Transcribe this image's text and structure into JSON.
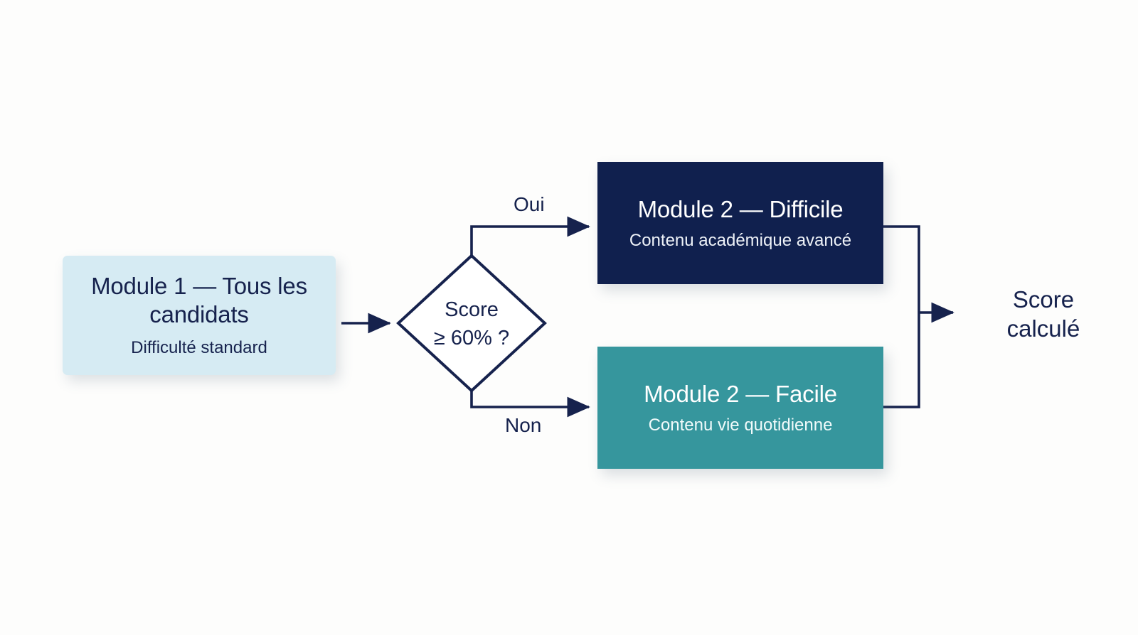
{
  "diagram": {
    "title": "Adaptive test routing flowchart",
    "language": "fr",
    "background_color": "#fdfdfc",
    "line_color": "#16224d"
  },
  "nodes": {
    "module1": {
      "title": "Module 1 — Tous les candidats",
      "subtitle": "Difficulté standard",
      "fill": "#d6ebf3",
      "text_color": "#16224d",
      "shape": "rounded-rect"
    },
    "decision": {
      "line1": "Score",
      "line2": "≥ 60% ?",
      "fill": "#ffffff",
      "stroke": "#16224d",
      "shape": "diamond"
    },
    "difficile": {
      "title": "Module 2 — Difficile",
      "subtitle": "Contenu académique avancé",
      "fill": "#10204e",
      "text_color": "#ffffff",
      "shape": "rect"
    },
    "facile": {
      "title": "Module 2 — Facile",
      "subtitle": "Contenu vie quotidienne",
      "fill": "#36969d",
      "text_color": "#ffffff",
      "shape": "rect"
    },
    "result": {
      "line1": "Score",
      "line2": "calculé",
      "text_color": "#16224d",
      "shape": "text"
    }
  },
  "edges": {
    "yes_label": "Oui",
    "no_label": "Non"
  }
}
